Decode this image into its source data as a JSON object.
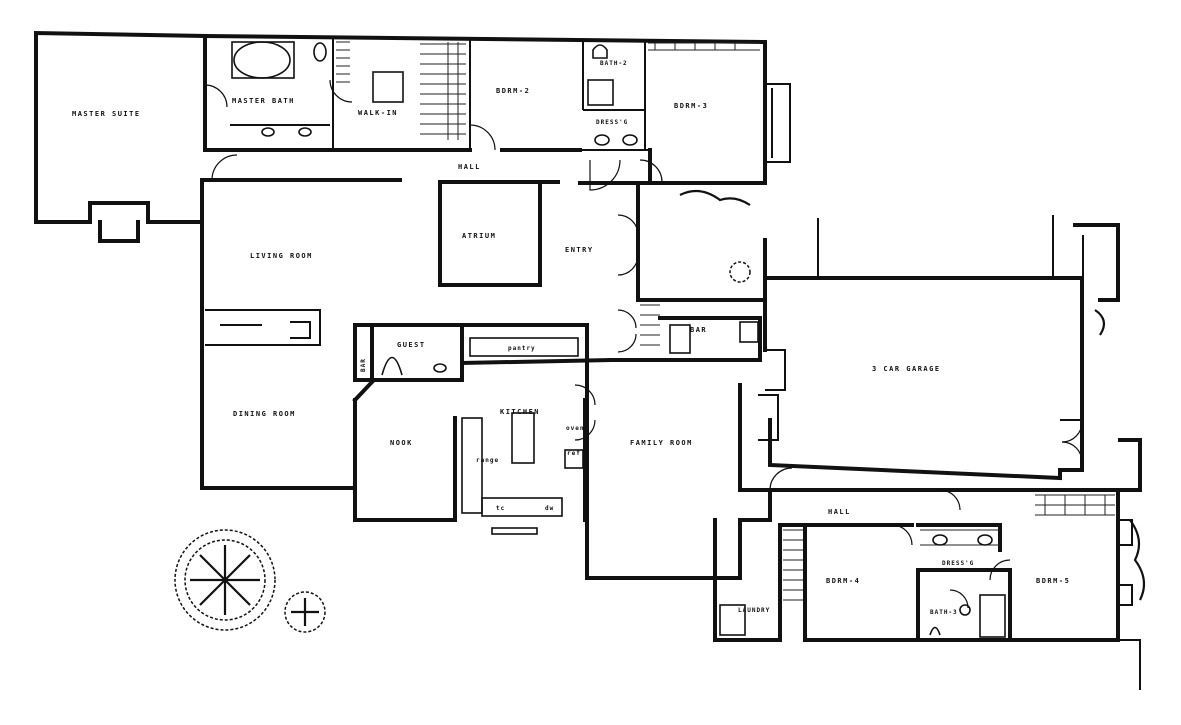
{
  "rooms": {
    "master_suite": "MASTER SUITE",
    "master_bath": "MASTER BATH",
    "walk_in": "WALK-IN",
    "bdrm_2": "BDRM-2",
    "bath_2": "BATH-2",
    "dressg_upper": "DRESS'G",
    "bdrm_3": "BDRM-3",
    "hall_upper": "HALL",
    "living_room": "LIVING ROOM",
    "atrium": "ATRIUM",
    "entry": "ENTRY",
    "bar_left": "BAR",
    "guest": "GUEST",
    "pantry": "pantry",
    "bar_right": "BAR",
    "garage": "3 CAR GARAGE",
    "dining_room": "DINING ROOM",
    "nook": "NOOK",
    "kitchen": "KITCHEN",
    "oven": "oven",
    "ref": "ref",
    "range": "range",
    "tc": "tc",
    "dw": "dw",
    "family_room": "FAMILY ROOM",
    "hall_lower": "HALL",
    "bdrm_4": "BDRM-4",
    "dressg_lower": "DRESS'G",
    "bdrm_5": "BDRM-5",
    "bath_3": "BATH-3",
    "laundry": "LAUNDRY"
  }
}
